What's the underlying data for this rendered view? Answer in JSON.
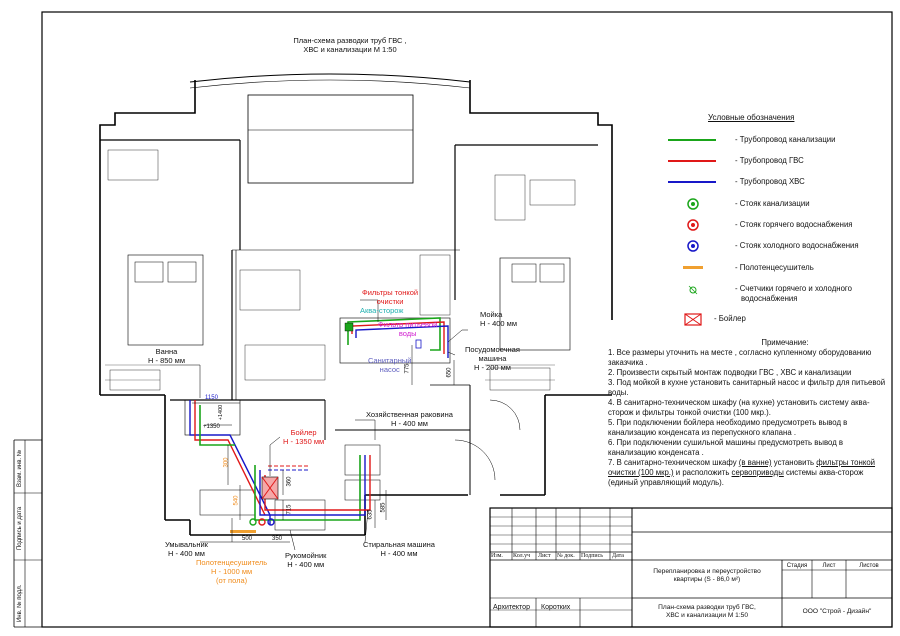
{
  "drawing_title": [
    "План-схема разводки труб ГВС ,",
    "ХВС и канализации М 1:50"
  ],
  "legend": {
    "heading": "Условные обозначения",
    "colors": {
      "sewer": "#1aa51a",
      "hot": "#e01818",
      "cold": "#1818c8",
      "towel": "#f0a030"
    },
    "items": [
      {
        "symbol": "green-line",
        "label": "- Трубопровод канализации"
      },
      {
        "symbol": "red-line",
        "label": "- Трубопровод ГВС"
      },
      {
        "symbol": "blue-line",
        "label": "- Трубопровод ХВС"
      },
      {
        "symbol": "green-riser-icon",
        "label": "- Стояк канализации"
      },
      {
        "symbol": "red-riser-icon",
        "label": "- Стояк горячего водоснабжения"
      },
      {
        "symbol": "blue-riser-icon",
        "label": "- Стояк холодного водоснабжения"
      },
      {
        "symbol": "towel-dryer-icon",
        "label": "- Полотенцесушитель"
      },
      {
        "symbol": "meter-icon",
        "label": [
          "- Счетчики горячего и холодного",
          "водоснабжения"
        ]
      },
      {
        "symbol": "boiler-icon",
        "label": "- Бойлер"
      }
    ]
  },
  "notes": {
    "heading": "Примечание:",
    "items": [
      "1. Все размеры уточнить на месте , согласно купленному оборудованию заказчика .",
      "2. Произвести скрытый монтаж подводки ГВС , ХВС и канализации",
      "3. Под мойкой в кухне установить санитарный насос и фильтр для питьевой воды.",
      "4. В санитарно-техническом шкафу (на кухне) установить систему аква-сторож и фильтры тонкой очистки (100 мкр.).",
      "5. При подключении бойлера необходимо предусмотреть вывод в канализацию конденсата из перепускного клапана .",
      "6. При подключении сушильной машины предусмотреть вывод в канализацию конденсата .",
      {
        "pre": "7. В санитарно-техническом шкафу ",
        "u1": "(в ванне)",
        "mid1": " установить ",
        "u2": "фильтры тонкой очистки (100 мкр.)",
        "mid2": " и расположить ",
        "u3": "сервоприводы",
        "post": " системы аква-сторож (единый управляющий модуль)."
      }
    ]
  },
  "plan_labels": {
    "filters_fine": [
      "Фильтры тонкой",
      "очистки"
    ],
    "aqua_guard": "Аква-сторож",
    "drinking_filter": [
      "Фильтр питьевой",
      "воды"
    ],
    "sanitary_pump": [
      "Санитарный",
      "насос"
    ],
    "sink": [
      "Мойка",
      "Н - 400 мм"
    ],
    "dishwasher": [
      "Посудомоечная",
      "машина",
      "Н - 200 мм"
    ],
    "bath": [
      "Ванна",
      "Н - 850 мм"
    ],
    "utility_sink": [
      "Хозяйственная раковина",
      "Н - 400 мм"
    ],
    "boiler": [
      "Бойлер",
      "Н - 1350 мм"
    ],
    "washbasin": [
      "Умывальник",
      "Н - 400 мм"
    ],
    "towel_dryer": [
      "Полотенцесушитель",
      "Н - 1000 мм",
      "(от пола)"
    ],
    "hand_basin": [
      "Рукомойник",
      "Н - 400 мм"
    ],
    "washing_machine": [
      "Стиральная машина",
      "Н - 400 мм"
    ],
    "dims": {
      "d1150": "1150",
      "d1350": "+1350",
      "d1400": "+1400",
      "d775": "775",
      "d650": "650",
      "d300": "300",
      "d540": "540",
      "d360": "360",
      "d715": "715",
      "d500": "500",
      "d350": "350",
      "d635": "635",
      "d585": "585"
    }
  },
  "title_block": {
    "columns": [
      "Изм.",
      "Кол.уч",
      "Лист",
      "№ док.",
      "Подпись",
      "Дата"
    ],
    "project": [
      "Перепланировка и переустройство",
      "квартиры (S - 86,0 м²)"
    ],
    "stage_headers": [
      "Стадия",
      "Лист",
      "Листов"
    ],
    "sheet_name": [
      "План-схема разводки труб ГВС,",
      "ХВС и канализации М 1:50"
    ],
    "architect_role": "Архитектор",
    "architect_name": "Коротких",
    "company": "ООО \"Строй - Дизайн\""
  },
  "side_stamp": [
    "Взам. инв. №",
    "Подпись и дата",
    "Инв. № подл."
  ]
}
